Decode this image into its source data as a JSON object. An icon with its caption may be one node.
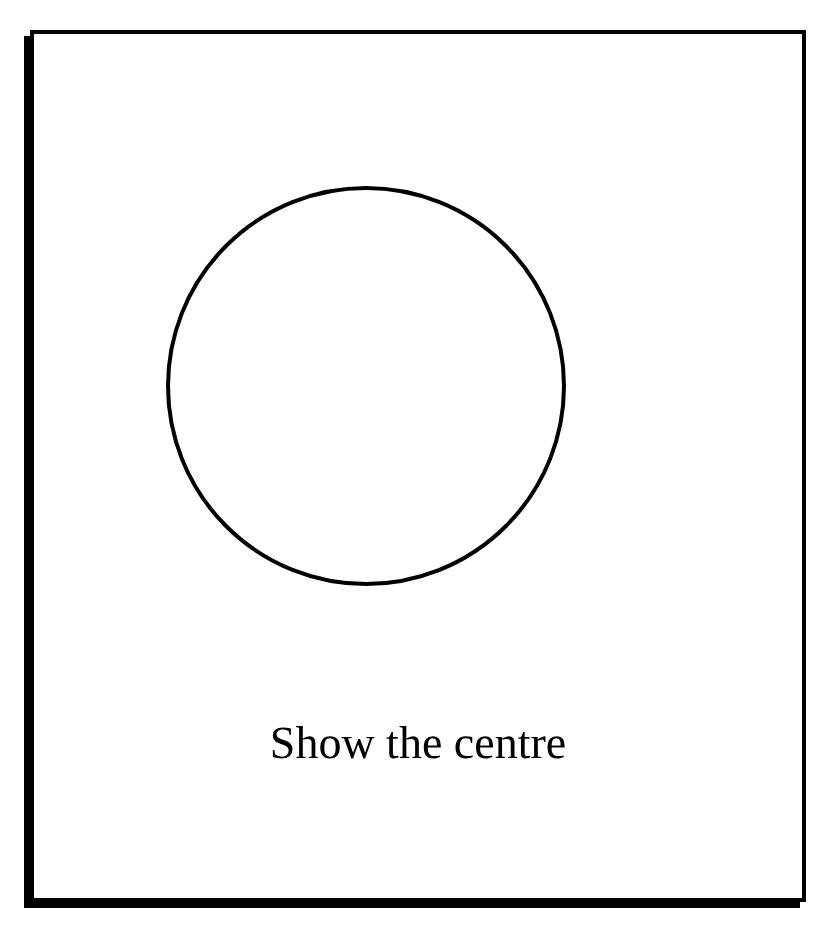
{
  "diagram": {
    "nodes": [
      {
        "text": [
          "Show the centre"
        ]
      },
      {
        "text": [],
        "shape": "circle",
        "in": 0
      }
    ]
  }
}
